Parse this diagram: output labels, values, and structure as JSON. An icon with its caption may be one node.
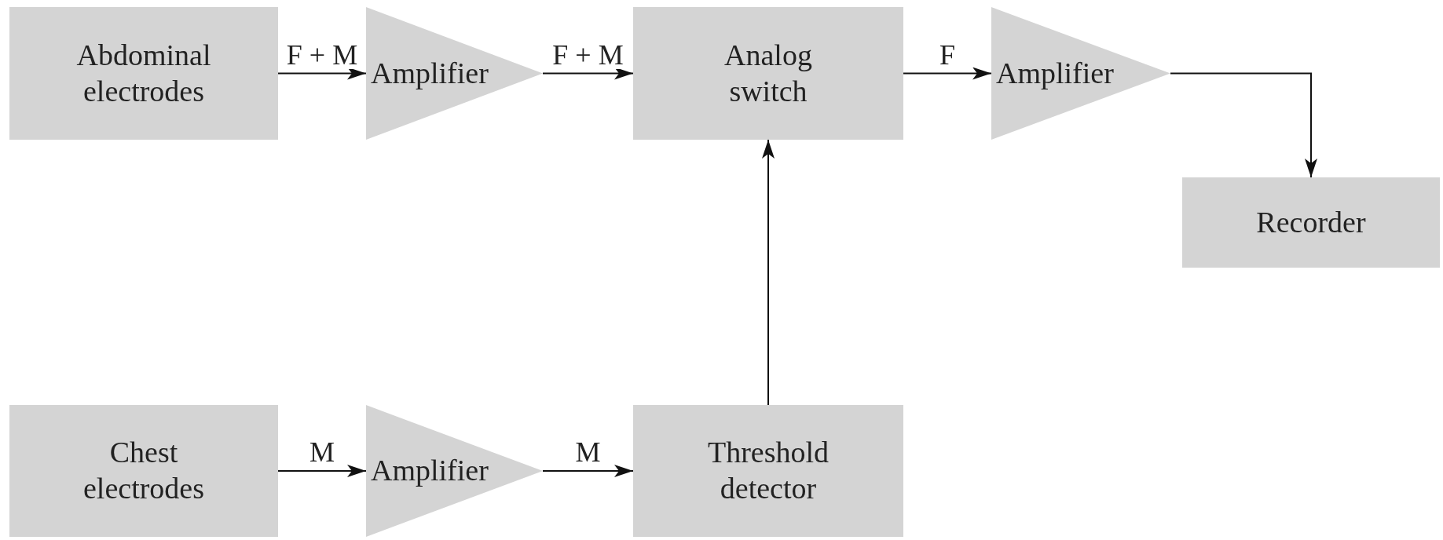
{
  "diagram": {
    "nodes": [
      {
        "text": [
          "Abdominal electrodes"
        ]
      },
      {
        "text": [
          "Amplifier"
        ]
      },
      {
        "text": [
          "Analog switch"
        ]
      },
      {
        "text": [
          "Amplifier"
        ]
      },
      {
        "text": [
          "Recorder"
        ]
      },
      {
        "text": [
          "Chest electrodes"
        ]
      },
      {
        "text": [
          "Amplifier"
        ]
      },
      {
        "text": [
          "Threshold detector"
        ]
      }
    ],
    "edges": [
      {
        "from": 0,
        "to": 1,
        "arrow": "to",
        "label": "F + M"
      },
      {
        "from": 1,
        "to": 2,
        "arrow": "to",
        "label": "F + M"
      },
      {
        "from": 2,
        "to": 3,
        "arrow": "to",
        "label": "F"
      },
      {
        "from": 3,
        "to": 4,
        "arrow": "to"
      },
      {
        "from": 5,
        "to": 6,
        "arrow": "to",
        "label": "M"
      },
      {
        "from": 6,
        "to": 7,
        "arrow": "to",
        "label": "M"
      },
      {
        "from": 7,
        "to": 2,
        "arrow": "to"
      }
    ]
  }
}
